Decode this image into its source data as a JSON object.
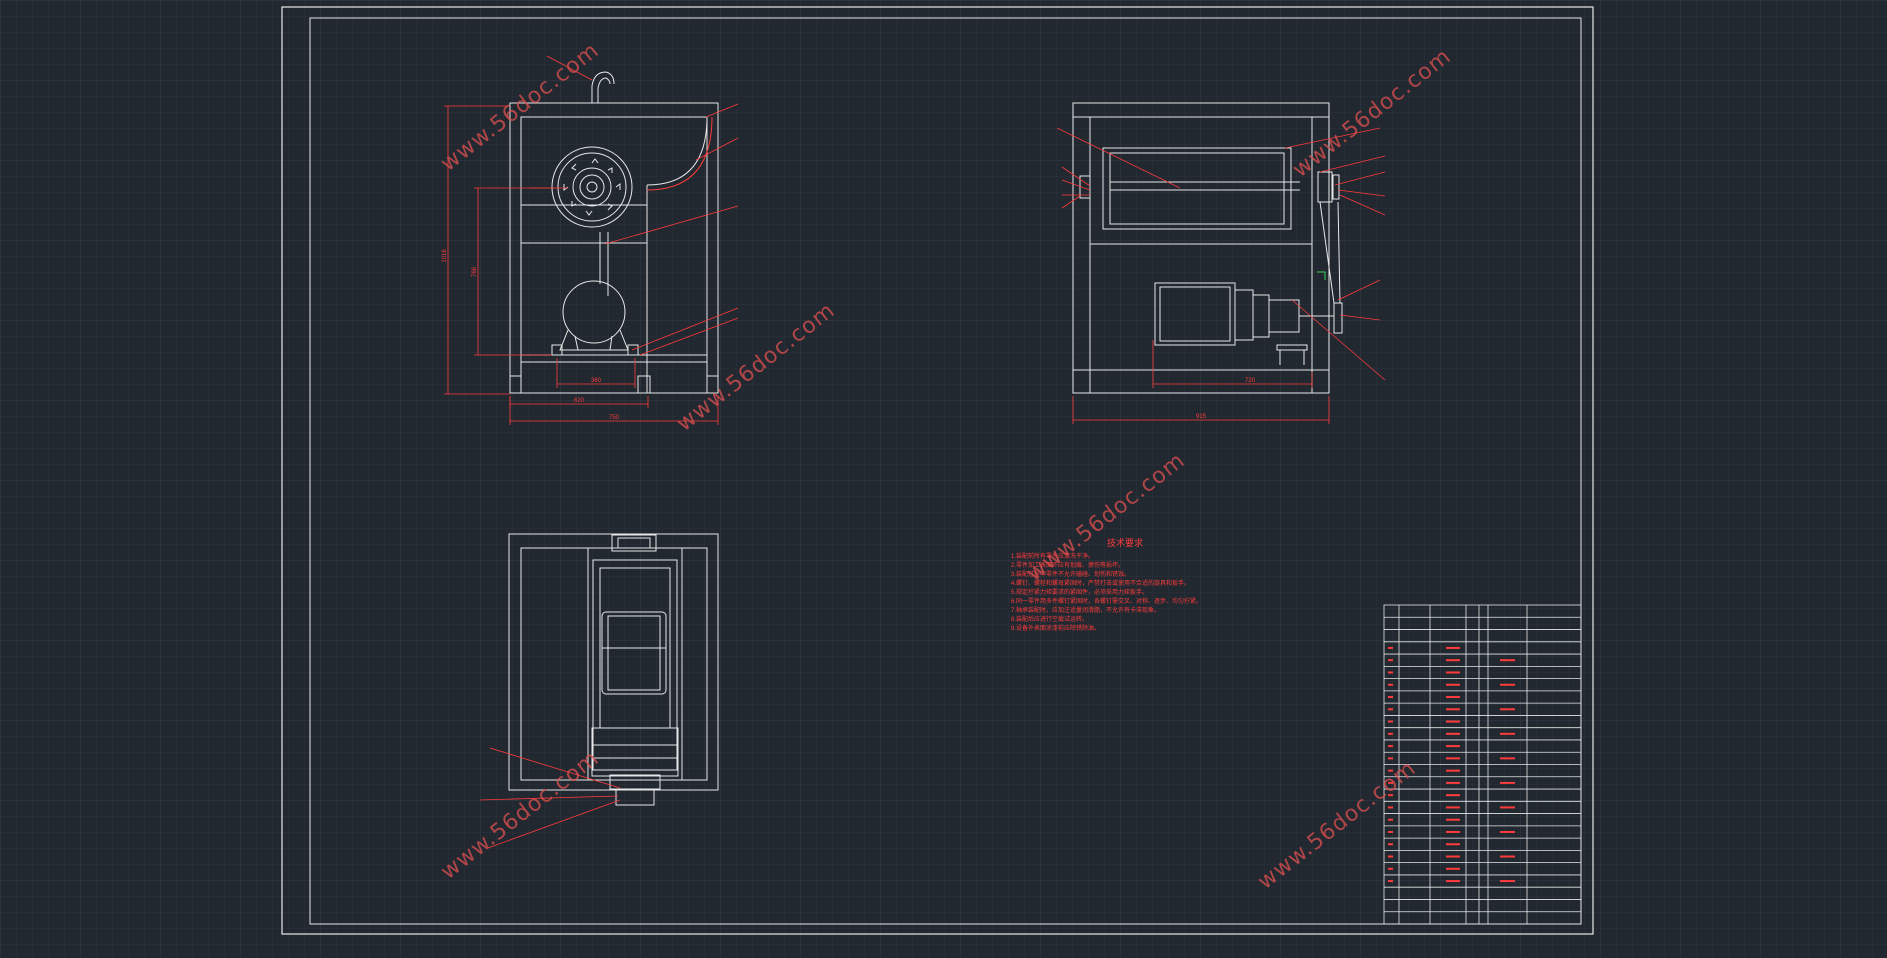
{
  "watermark": {
    "text": "www.56doc.com",
    "color": "#e05050"
  },
  "drawing": {
    "background": "#212830",
    "line_color": "#e8e8e8",
    "annotation_color": "#ff3b3b"
  },
  "front_view": {
    "dims": {
      "overall_height": "1016",
      "inner_height": "766",
      "bottom_inner": "360",
      "base_width": "620",
      "overall_width": "750"
    }
  },
  "side_view": {
    "dims": {
      "motor_span": "720",
      "overall_width": "915"
    }
  },
  "notes": {
    "title": "技术要求",
    "lines": [
      "1.装配前所有零件应清洗干净。",
      "2.零件加工表面不应有划痕、擦伤等损坏。",
      "3.装配过程中零件不允许磕碰、划伤和锈蚀。",
      "4.螺钉、螺栓和螺母紧固时，严禁打击或使用不合适的旋具和扳手。",
      "5.规定拧紧力矩要求的紧固件，必须采用力矩扳手。",
      "6.同一零件用多件螺钉紧固时，各螺钉需交叉、对称、逐步、均匀拧紧。",
      "7.轴承装配时，应加注适量润滑脂，不允许有卡滞现象。",
      "8.装配后应进行空载试运转。",
      "9.设备外表面涂漆前应除锈除油。"
    ]
  },
  "title_block": {
    "rows": 26
  }
}
